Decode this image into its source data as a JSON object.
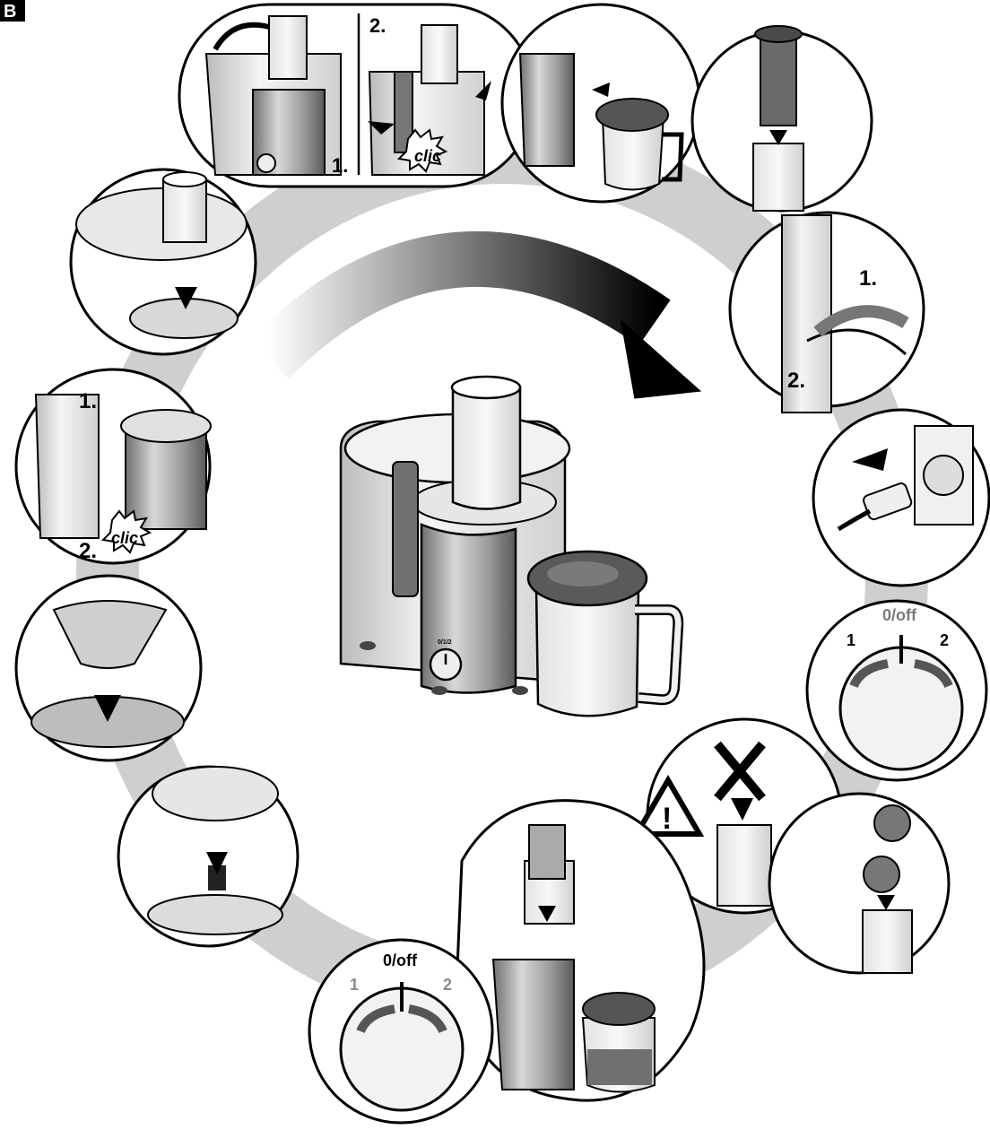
{
  "figure_label": "B",
  "steps": {
    "lid_latch": {
      "step1": "1.",
      "step2": "2.",
      "sound": "clic"
    },
    "jug_attach": {},
    "pusher_insert": {},
    "cable_unwind": {
      "step1": "1.",
      "step2": "2."
    },
    "plug_in": {},
    "switch_on": {
      "off_label": "0/off",
      "left": "1",
      "right": "2"
    },
    "warning_no_hands": {
      "warning_symbol": "!"
    },
    "insert_fruit": {},
    "press_fruit": {},
    "switch_off": {
      "off_label": "0/off",
      "left": "1",
      "right": "2"
    },
    "filter_holder": {},
    "filter_basket": {},
    "pulp_container": {
      "step1": "1.",
      "step2": "2.",
      "sound": "clic"
    },
    "cover_place": {}
  },
  "appliance": {
    "dial_label": "0/1/2"
  },
  "colors": {
    "ink": "#000000",
    "dark_gray": "#4a4a4a",
    "mid_gray": "#9a9a9a",
    "light_gray": "#d4d4d4",
    "ring_gray": "#c8c8c8"
  }
}
